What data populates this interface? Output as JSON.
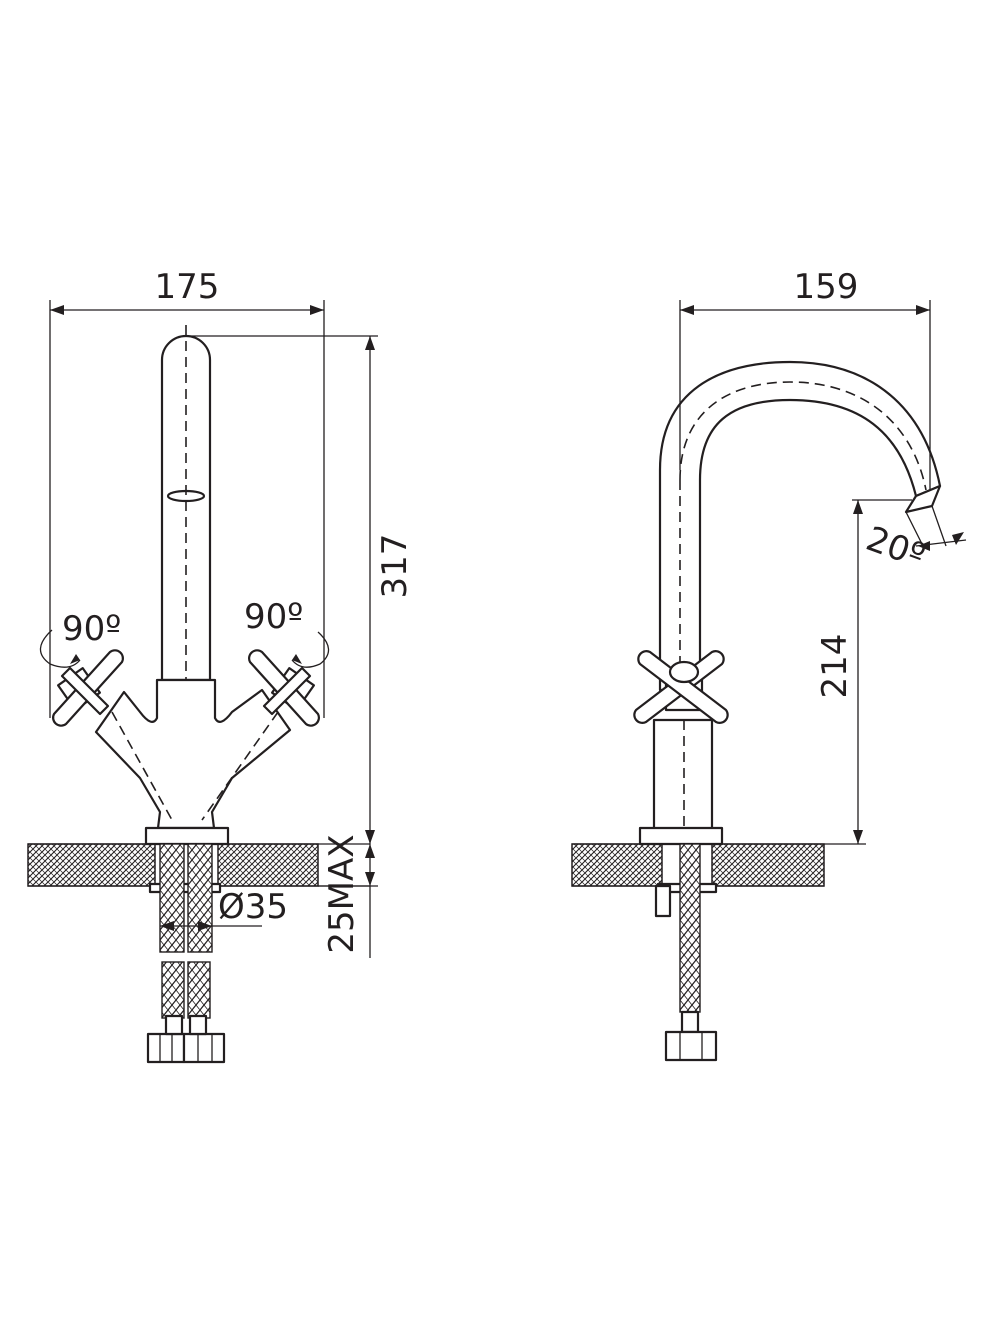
{
  "front_view": {
    "width_label": "175",
    "height_label": "317",
    "left_rotation_label": "90º",
    "right_rotation_label": "90º",
    "thickness_label": "25MAX",
    "hole_label": "Ø35"
  },
  "side_view": {
    "projection_label": "159",
    "spout_height_label": "214",
    "swivel_label": "20º"
  },
  "colors": {
    "line": "#231f20",
    "counter_hatch": "#231f20",
    "background": "#ffffff"
  }
}
